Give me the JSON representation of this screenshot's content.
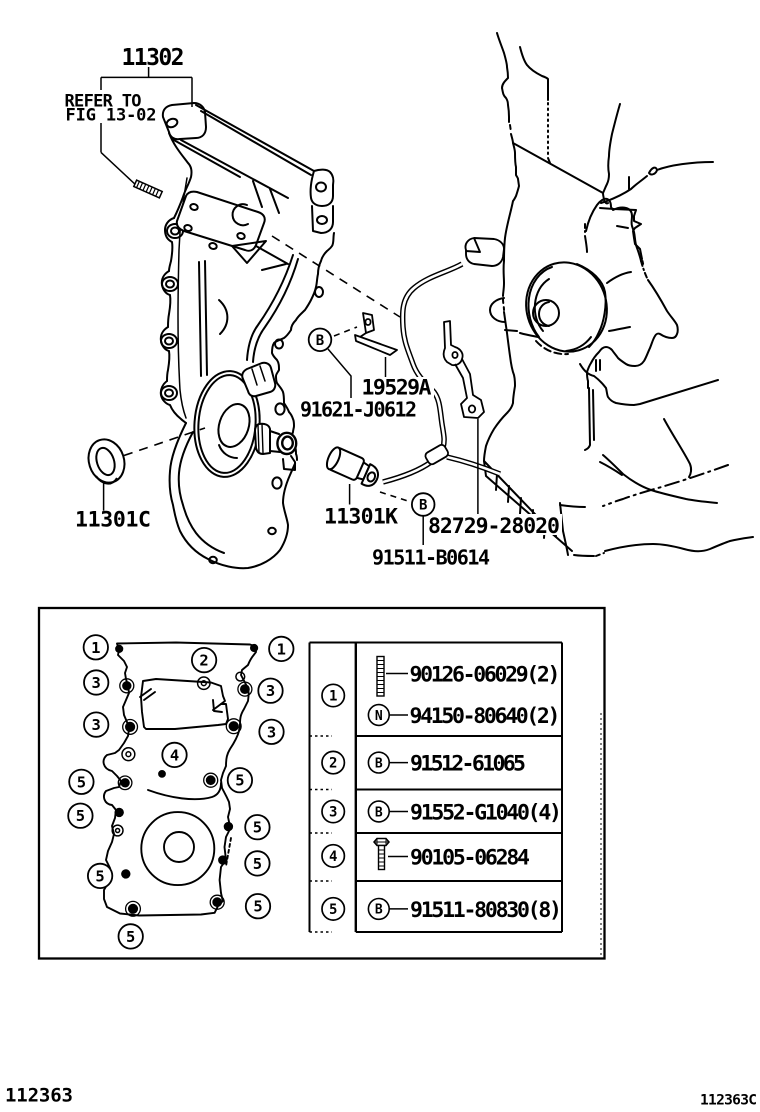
{
  "figure": {
    "ink_color": "#000000",
    "background_color": "#ffffff",
    "footer_code_left": "112363",
    "footer_code_right": "112363C"
  },
  "main_diagram": {
    "assembly_label": "11302",
    "note_line1": "REFER TO",
    "note_line2": "FIG 13-02",
    "part_labels": {
      "p19529A": "19529A",
      "p91621": "91621-J0612",
      "p11301C": "11301C",
      "p11301K": "11301K",
      "p82729": "82729-28020",
      "p91511B": "91511-B0614"
    },
    "detail_markers": {
      "b1": "B",
      "b2": "B"
    }
  },
  "callout_diagram": {
    "callouts": [
      "1",
      "1",
      "2",
      "3",
      "3",
      "3",
      "3",
      "4",
      "5",
      "5",
      "5",
      "5",
      "5",
      "5",
      "5",
      "5"
    ]
  },
  "fastener_table": {
    "rows": [
      {
        "callout": "1",
        "parts": [
          {
            "icon": "stud-icon",
            "marker_letter": "",
            "part_number": "90126-06029(2)"
          },
          {
            "icon": "nut-marker",
            "marker_letter": "N",
            "part_number": "94150-80640(2)"
          }
        ]
      },
      {
        "callout": "2",
        "parts": [
          {
            "icon": "bolt-marker",
            "marker_letter": "B",
            "part_number": "91512-61065"
          }
        ]
      },
      {
        "callout": "3",
        "parts": [
          {
            "icon": "bolt-marker",
            "marker_letter": "B",
            "part_number": "91552-G1040(4)"
          }
        ]
      },
      {
        "callout": "4",
        "parts": [
          {
            "icon": "hexbolt-icon",
            "marker_letter": "",
            "part_number": "90105-06284"
          }
        ]
      },
      {
        "callout": "5",
        "parts": [
          {
            "icon": "bolt-marker",
            "marker_letter": "B",
            "part_number": "91511-80830(8)"
          }
        ]
      }
    ]
  }
}
